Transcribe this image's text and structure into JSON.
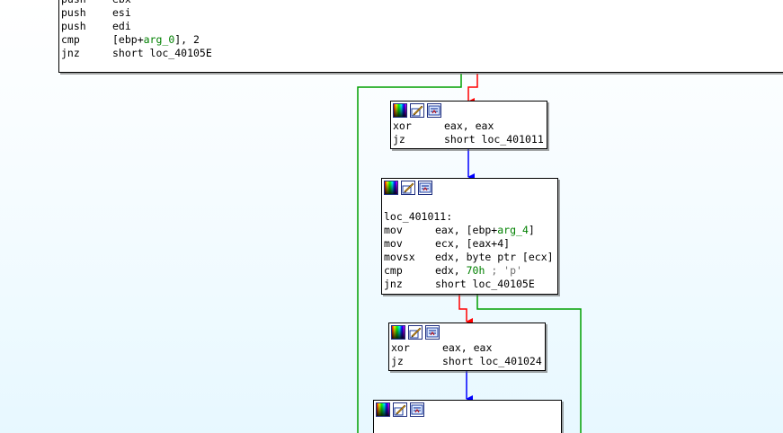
{
  "colors": {
    "edge_true": "#00a000",
    "edge_false": "#ff0000",
    "edge_unconditional": "#0000ff",
    "green_text": "#008000",
    "comment": "#6e6e6e"
  },
  "icons": [
    "node-color-palette-icon",
    "node-rename-icon",
    "node-graph-toggle-icon"
  ],
  "blocks": {
    "entry": {
      "lines": [
        {
          "mn": "push",
          "pre": "ebx",
          "green": "",
          "post": ""
        },
        {
          "mn": "push",
          "pre": "esi",
          "green": "",
          "post": ""
        },
        {
          "mn": "push",
          "pre": "edi",
          "green": "",
          "post": ""
        },
        {
          "mn": "cmp",
          "pre": "[ebp+",
          "green": "arg_0",
          "post": "], 2"
        },
        {
          "mn": "jnz",
          "pre": "short loc_40105E",
          "green": "",
          "post": ""
        }
      ]
    },
    "b1": {
      "lines": [
        {
          "mn": "xor",
          "pre": "eax, eax",
          "green": "",
          "post": ""
        },
        {
          "mn": "jz",
          "pre": "short loc_401011",
          "green": "",
          "post": ""
        }
      ]
    },
    "b2": {
      "label": "loc_401011:",
      "lines": [
        {
          "mn": "mov",
          "pre": "eax, [ebp+",
          "green": "arg_4",
          "post": "]"
        },
        {
          "mn": "mov",
          "pre": "ecx, [eax+4]",
          "green": "",
          "post": ""
        },
        {
          "mn": "movsx",
          "pre": "edx, byte ptr [ecx]",
          "green": "",
          "post": ""
        },
        {
          "mn": "cmp",
          "pre": "edx, ",
          "green": "70h",
          "post": "",
          "comment": " ; 'p'"
        },
        {
          "mn": "jnz",
          "pre": "short loc_40105E",
          "green": "",
          "post": ""
        }
      ]
    },
    "b3": {
      "lines": [
        {
          "mn": "xor",
          "pre": "eax, eax",
          "green": "",
          "post": ""
        },
        {
          "mn": "jz",
          "pre": "short loc_401024",
          "green": "",
          "post": ""
        }
      ]
    },
    "b4": {
      "lines": []
    }
  }
}
